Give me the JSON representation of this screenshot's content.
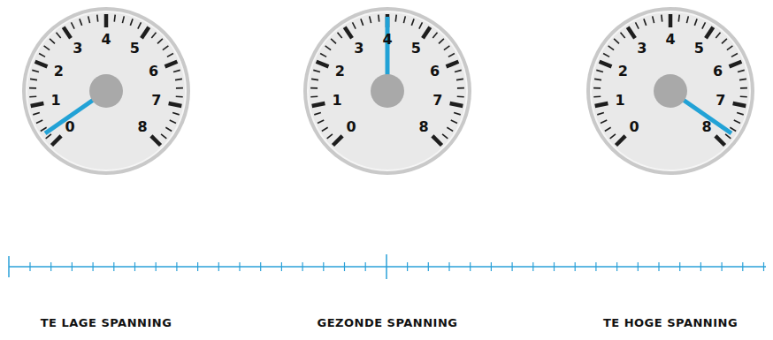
{
  "diagram": {
    "nodes": [
      {
        "text": [
          "0",
          "1",
          "2",
          "3",
          "4",
          "5",
          "6",
          "7",
          "8"
        ]
      },
      {
        "text": [
          "0",
          "1",
          "2",
          "3",
          "4",
          "5",
          "6",
          "7",
          "8"
        ]
      },
      {
        "text": [
          "0",
          "1",
          "2",
          "3",
          "4",
          "5",
          "6",
          "7",
          "8"
        ]
      }
    ],
    "labels": [
      "TE LAGE SPANNING",
      "GEZONDE SPANNING",
      "TE HOGE SPANNING"
    ]
  }
}
